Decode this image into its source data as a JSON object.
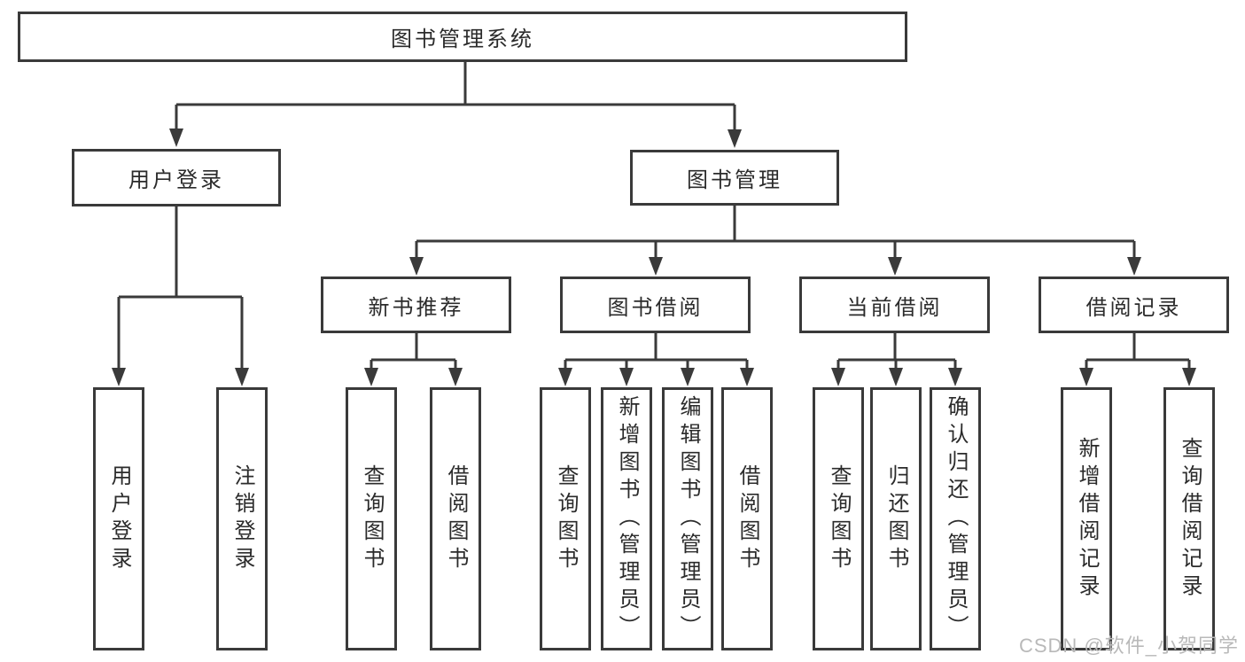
{
  "diagram": {
    "type": "hierarchy",
    "root": {
      "label": "图书管理系统",
      "children": [
        {
          "label": "用户登录",
          "children": [
            {
              "label": "用户登录"
            },
            {
              "label": "注销登录"
            }
          ]
        },
        {
          "label": "图书管理",
          "children": [
            {
              "label": "新书推荐",
              "children": [
                {
                  "label": "查询图书"
                },
                {
                  "label": "借阅图书"
                }
              ]
            },
            {
              "label": "图书借阅",
              "children": [
                {
                  "label": "查询图书"
                },
                {
                  "label": "新增图书（管理员）"
                },
                {
                  "label": "编辑图书（管理员）"
                },
                {
                  "label": "借阅图书"
                }
              ]
            },
            {
              "label": "当前借阅",
              "children": [
                {
                  "label": "查询图书"
                },
                {
                  "label": "归还图书"
                },
                {
                  "label": "确认归还（管理员）"
                }
              ]
            },
            {
              "label": "借阅记录",
              "children": [
                {
                  "label": "新增借阅记录"
                },
                {
                  "label": "查询借阅记录"
                }
              ]
            }
          ]
        }
      ]
    }
  },
  "watermark": {
    "text": "CSDN @软件_小贺同学"
  },
  "colors": {
    "line": "#3a3a3a",
    "box_border": "#3a3a3a",
    "text": "#2b2b2b",
    "watermark": "#b9b9b9",
    "background": "#ffffff"
  }
}
